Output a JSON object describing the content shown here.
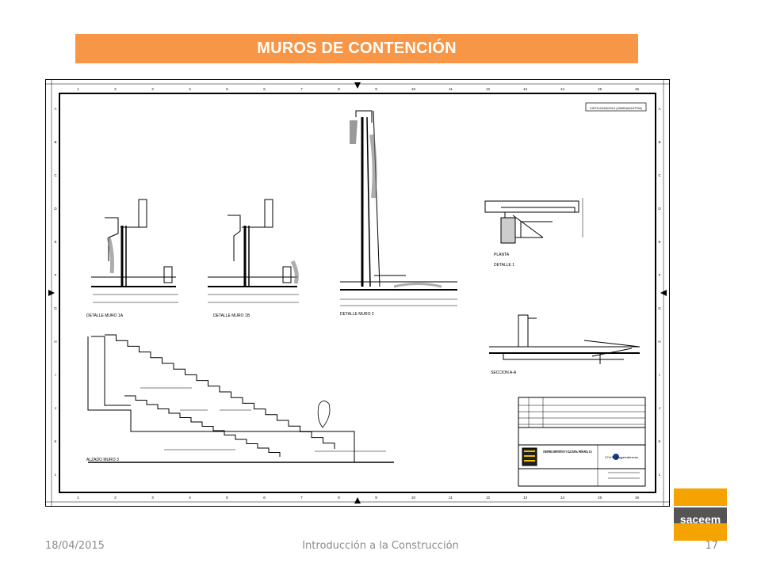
{
  "slide": {
    "title": "MUROS DE CONTENCIÓN",
    "footer_date": "18/04/2015",
    "footer_center": "Introducción a la Construcción",
    "page_number": "17"
  },
  "drawing": {
    "grid_numbers": [
      "1",
      "2",
      "3",
      "4",
      "5",
      "6",
      "7",
      "8",
      "9",
      "10",
      "11",
      "12",
      "13",
      "14",
      "15",
      "16"
    ],
    "grid_letters": [
      "A",
      "B",
      "C",
      "D",
      "E",
      "F",
      "G",
      "H",
      "I",
      "J",
      "K",
      "L"
    ],
    "top_right_label": "VISTA 04/04/2014 (20M54A2LETRA)",
    "detail_labels": [
      "DETALLE MURO 1A",
      "DETALLE MURO 1B",
      "DETALLE MURO 2",
      "ALZADO MURO 3",
      "DETALLE 1",
      "SECCION A-A",
      "PLANTA"
    ],
    "title_block": {
      "client": "CRISPINO DEPORTIVO Y CULTURAL PEÑAROL S.A",
      "firm": "CVS Ingenieros"
    }
  },
  "logo": {
    "text": "saceem"
  },
  "colors": {
    "title_bar": "#f79646",
    "title_text": "#ffffff",
    "drawing_border": "#000000",
    "logo_orange": "#f5a300",
    "logo_dark": "#555555",
    "footer_text": "#8c8c8c"
  }
}
